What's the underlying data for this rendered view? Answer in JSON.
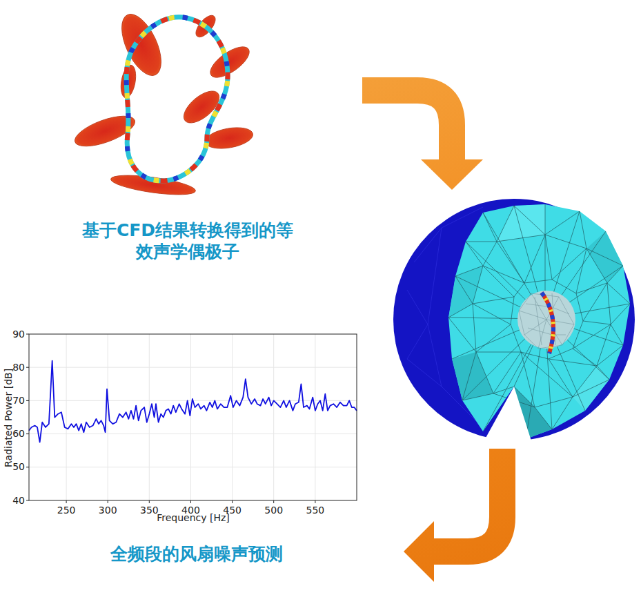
{
  "diagram": {
    "nodes": [
      {
        "text": [
          "基于CFD结果转换得到的等效声学偶极子"
        ]
      },
      {
        "text": []
      },
      {
        "text": [
          "全频段的风扇噪声预测"
        ]
      }
    ],
    "edges": [
      {
        "from": 0,
        "to": 1,
        "arrow": "to"
      },
      {
        "from": 1,
        "to": 2,
        "arrow": "to"
      }
    ],
    "labels": [
      "90",
      "80",
      "70",
      "60",
      "50",
      "40",
      "250",
      "300",
      "350",
      "400",
      "450",
      "500",
      "550",
      "Radiated Power [dB]",
      "Frequency [Hz]"
    ]
  }
}
